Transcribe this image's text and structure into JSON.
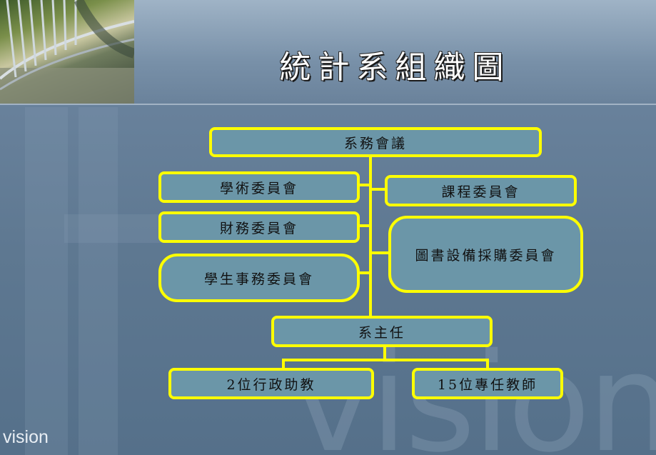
{
  "header": {
    "title": "統計系組織圖"
  },
  "watermark": {
    "corner_text": "vision",
    "background_text": "vision"
  },
  "chart": {
    "top": "系務會議",
    "left_committees": [
      "學術委員會",
      "財務委員會",
      "學生事務委員會"
    ],
    "right_committees": [
      "課程委員會",
      "圖書設備採購委員會"
    ],
    "chair": "系主任",
    "staff": [
      "2位行政助教",
      "15位專任教師"
    ]
  },
  "colors": {
    "box_fill": "#6b96a8",
    "box_border": "#ffff00",
    "connector": "#ffff00"
  }
}
